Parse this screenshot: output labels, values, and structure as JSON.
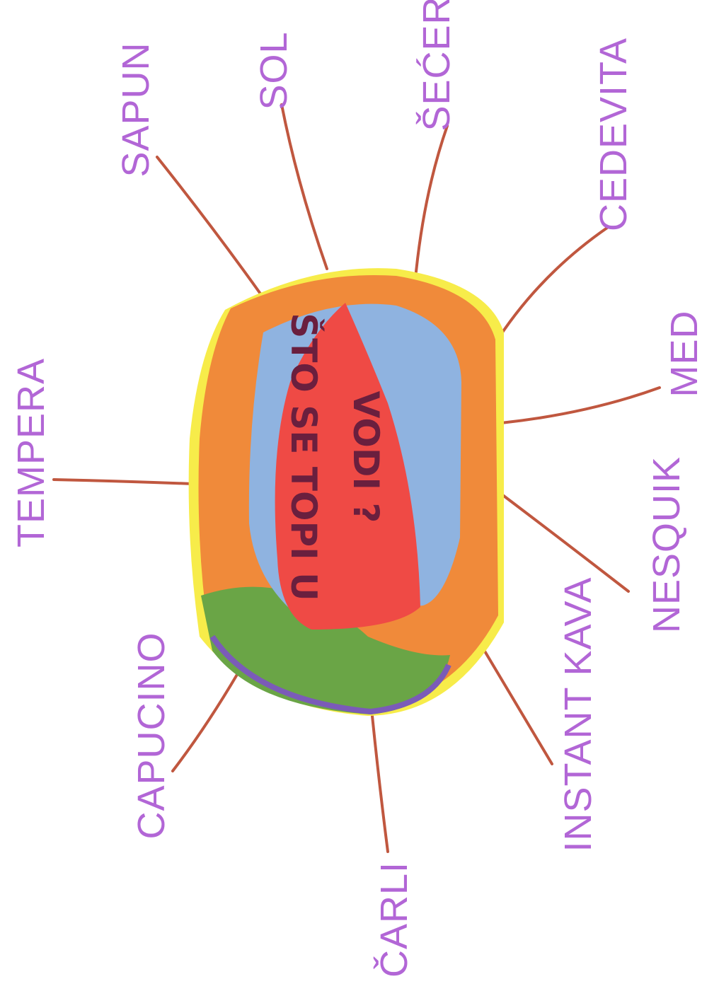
{
  "center": {
    "line1": "ŠTO SE TOPI U",
    "line2": "VODI ?"
  },
  "branches": [
    {
      "id": "sapun",
      "label": "SAPUN"
    },
    {
      "id": "sol",
      "label": "SOL"
    },
    {
      "id": "secer",
      "label": "ŠEĆER"
    },
    {
      "id": "cedevita",
      "label": "CEDEVITA"
    },
    {
      "id": "med",
      "label": "MED"
    },
    {
      "id": "nesquik",
      "label": "NESQUIK"
    },
    {
      "id": "instant-kava",
      "label": "INSTANT KAVA"
    },
    {
      "id": "carli",
      "label": "ČARLI"
    },
    {
      "id": "capucino",
      "label": "CAPUCINO"
    },
    {
      "id": "tempera",
      "label": "TEMPERA"
    }
  ],
  "colors": {
    "label_text": "#b266d6",
    "branch_line": "#c0573f",
    "outer_ring": "#f7ec4a",
    "orange_body": "#f08a3a",
    "blue_fill": "#8fb3e0",
    "red_drop": "#ef4a45",
    "green_band": "#6aa546",
    "purple_rim": "#7b5bb8",
    "center_text": "#6a1f3e"
  }
}
